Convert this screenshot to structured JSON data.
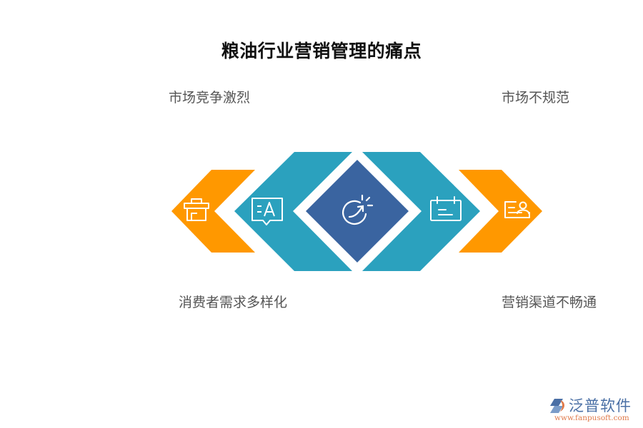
{
  "title": "粮油行业营销管理的痛点",
  "labels": {
    "top_left": "市场竞争激烈",
    "top_right": "市场不规范",
    "bottom_left": "消费者需求多样化",
    "bottom_right": "营销渠道不畅通"
  },
  "shapes": [
    {
      "id": "left-outer-chevron",
      "color": "#FF9800",
      "icon": "basket-icon"
    },
    {
      "id": "left-inner-chevron",
      "color": "#2BA1BE",
      "icon": "speech-text-icon"
    },
    {
      "id": "center-diamond",
      "color": "#3A64A0",
      "icon": "growth-refresh-icon"
    },
    {
      "id": "right-inner-chevron",
      "color": "#2BA1BE",
      "icon": "calendar-icon"
    },
    {
      "id": "right-outer-chevron",
      "color": "#FF9800",
      "icon": "user-card-icon"
    }
  ],
  "colors": {
    "orange": "#FF9800",
    "teal": "#2BA1BE",
    "navy": "#3A64A0",
    "label_text": "#555555",
    "title_text": "#111111"
  },
  "logo": {
    "name": "泛普软件",
    "url": "www.fanpusoft.com"
  }
}
